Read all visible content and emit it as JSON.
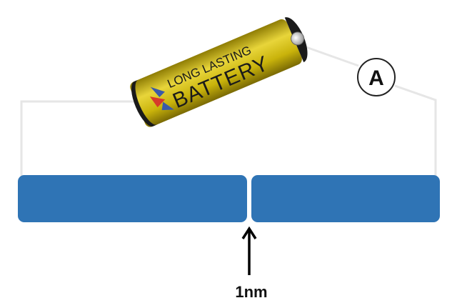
{
  "battery": {
    "label_top": "LONG LASTING",
    "label_bottom": "BATTERY",
    "colors": {
      "body": "#c9b30b",
      "body_highlight": "#e8d53a",
      "body_shadow": "#8f7d05",
      "cap": "#1a1a1a"
    }
  },
  "ammeter": {
    "symbol": "A"
  },
  "gap": {
    "label": "1nm"
  },
  "colors": {
    "electrode": "#2f74b5",
    "wire": "#e8e8e8",
    "arrow": "#000000"
  }
}
